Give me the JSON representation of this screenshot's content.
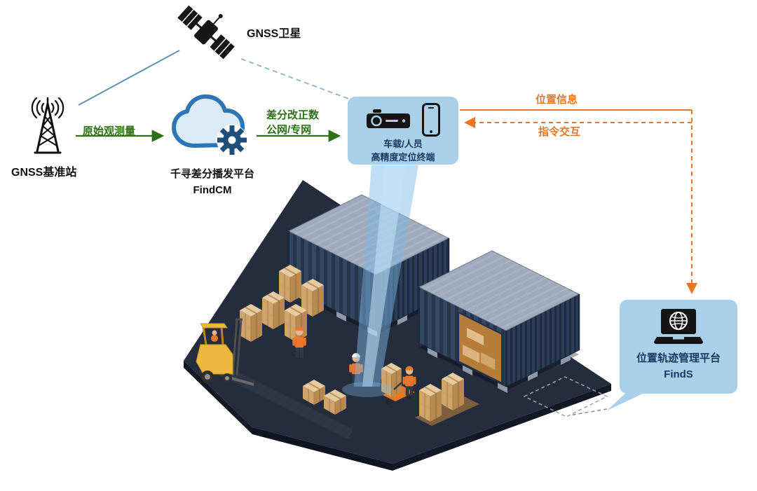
{
  "nodes": {
    "satellite": {
      "label": "GNSS卫星",
      "icon": "satellite-icon"
    },
    "base_station": {
      "label": "GNSS基准站",
      "icon": "antenna-tower-icon"
    },
    "cloud_platform": {
      "title": "千寻差分播发平台",
      "subtitle": "FindCM",
      "icon": "cloud-gear-icon"
    },
    "terminal": {
      "line1": "车载/人员",
      "line2": "高精度定位终端",
      "icons": [
        "receiver-icon",
        "smartphone-icon"
      ]
    },
    "management_platform": {
      "title": "位置轨迹管理平台",
      "subtitle": "FindS",
      "icon": "laptop-globe-icon"
    }
  },
  "edges": {
    "raw_observation": "原始观测量",
    "correction_line1": "差分改正数",
    "correction_line2": "公网/专网",
    "position_info": "位置信息",
    "command_interaction": "指令交互"
  },
  "scene": {
    "elements": [
      "shipping-container",
      "shipping-container-open",
      "cardboard-crates",
      "forklift",
      "workers",
      "pallet-jack",
      "positioning-beam",
      "dashed-zone"
    ]
  },
  "colors": {
    "bubble_blue": "#a9cfe9",
    "text_navy": "#17375e",
    "green_arrow": "#2f7016",
    "orange_arrow": "#e87722",
    "satellite_link_solid": "#5e93ad",
    "satellite_link_dashed": "#92b8d8",
    "platform_navy": "#242c3d",
    "container_blue": "#344764",
    "container_top": "#9fabbc",
    "crate_tan": "#cfa369",
    "forklift_yellow": "#ecb83d",
    "beam_blue": "rgba(126,184,230,0.48)",
    "cloud_stroke": "#2e75b6",
    "gear_blue": "#1f4e79"
  }
}
